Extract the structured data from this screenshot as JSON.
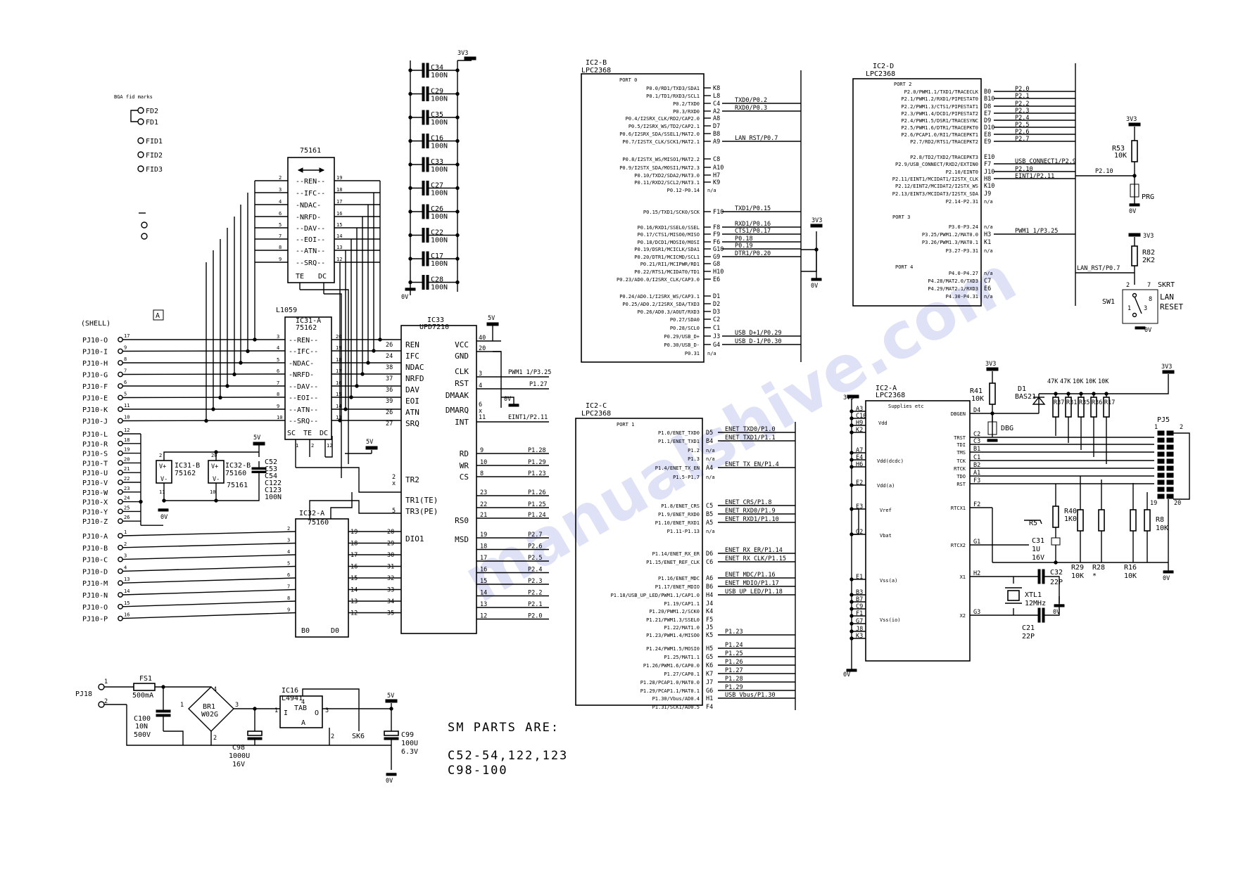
{
  "watermark": "manualshive.com",
  "bga": {
    "title": "BGA fid marks",
    "marks": [
      "FD2",
      "FD1",
      "FID1",
      "FID2",
      "FID3"
    ]
  },
  "frame_marker": "A",
  "shell": "(SHELL)",
  "connector_left": {
    "pins": [
      {
        "n": "PJ10-O",
        "p": "17"
      },
      {
        "n": "PJ10-I",
        "p": "9"
      },
      {
        "n": "PJ10-H",
        "p": "8"
      },
      {
        "n": "PJ10-G",
        "p": "7"
      },
      {
        "n": "PJ10-F",
        "p": "6"
      },
      {
        "n": "PJ10-E",
        "p": "5"
      },
      {
        "n": "PJ10-K",
        "p": "11"
      },
      {
        "n": "PJ10-J",
        "p": "10"
      },
      {
        "n": "PJ10-L",
        "p": "12"
      },
      {
        "n": "PJ10-R",
        "p": "18"
      },
      {
        "n": "PJ10-S",
        "p": "19"
      },
      {
        "n": "PJ10-T",
        "p": "20"
      },
      {
        "n": "PJ10-U",
        "p": "21"
      },
      {
        "n": "PJ10-V",
        "p": "22"
      },
      {
        "n": "PJ10-W",
        "p": "23"
      },
      {
        "n": "PJ10-X",
        "p": "24"
      },
      {
        "n": "PJ10-Y",
        "p": "25"
      },
      {
        "n": "PJ10-Z",
        "p": "26"
      },
      {
        "n": "PJ10-A",
        "p": "1"
      },
      {
        "n": "PJ10-B",
        "p": "2"
      },
      {
        "n": "PJ10-C",
        "p": "3"
      },
      {
        "n": "PJ10-D",
        "p": "4"
      },
      {
        "n": "PJ10-M",
        "p": "13"
      },
      {
        "n": "PJ10-N",
        "p": "14"
      },
      {
        "n": "PJ10-O",
        "p": "15"
      },
      {
        "n": "PJ10-P",
        "p": "16"
      }
    ]
  },
  "ic75161": {
    "name": "75161",
    "signals": [
      "--REN--",
      "--IFC--",
      "-NDAC-",
      "-NRFD-",
      "--DAV--",
      "--EOI--",
      "--ATN--",
      "--SRQ--"
    ],
    "pins_left": [
      "2",
      "3",
      "4",
      "6",
      "5",
      "7",
      "8",
      "9"
    ],
    "pins_right": [
      "19",
      "18",
      "17",
      "16",
      "15",
      "14",
      "13",
      "12"
    ],
    "bottom": [
      "TE",
      "DC"
    ]
  },
  "ic31a": {
    "ref": "L1059",
    "name": "IC31-A",
    "part": "75162",
    "signals": [
      "--REN--",
      "--IFC--",
      "-NDAC-",
      "-NRFD-",
      "--DAV--",
      "--EOI--",
      "--ATN--",
      "--SRQ--"
    ],
    "pins_left": [
      "3",
      "4",
      "5",
      "6",
      "7",
      "8",
      "9",
      "10"
    ],
    "pins_right": [
      "20",
      "19",
      "18",
      "17",
      "16",
      "15",
      "14",
      "13"
    ],
    "bottom": [
      "SC",
      "TE",
      "DC"
    ],
    "bottom_pins": [
      "1",
      "2",
      "12"
    ]
  },
  "ic31b": {
    "name": "IC31-B",
    "part": "75162",
    "pins": [
      "V+",
      "V-"
    ],
    "pin_top": "2",
    "pin_bot": "11"
  },
  "ic32b": {
    "name": "IC32-B",
    "part": "75160",
    "extra": "75161",
    "pins": [
      "V+",
      "V-"
    ],
    "pin_top": "20",
    "pin_bot": "10"
  },
  "caps_mid": {
    "labels": [
      "C52",
      "C53",
      "C54",
      "C122",
      "C123"
    ],
    "value": "100N"
  },
  "ic32a": {
    "name": "IC32-A",
    "part": "75160",
    "pins_left": [
      "2",
      "3",
      "4",
      "5",
      "6",
      "7",
      "8",
      "9"
    ],
    "pins_right_in": [
      "19",
      "18",
      "17",
      "16",
      "15",
      "14",
      "13",
      "12"
    ],
    "pins_right_out": [
      "28",
      "29",
      "30",
      "31",
      "32",
      "33",
      "34",
      "35"
    ],
    "bottom": [
      "B0",
      "D0"
    ]
  },
  "ic33": {
    "name": "IC33",
    "part": "UPD7210",
    "left_signals": [
      "REN",
      "IFC",
      "NDAC",
      "NRFD",
      "DAV",
      "EOI",
      "ATN",
      "SRQ"
    ],
    "left_pins": [
      "26",
      "24",
      "38",
      "37",
      "36",
      "39",
      "26",
      "27"
    ],
    "tr": [
      "TR2",
      "TR1(TE)",
      "TR3(PE)"
    ],
    "tr_pins": [
      "2",
      "5"
    ],
    "dio": "DIO1",
    "right_signals": [
      "VCC",
      "GND",
      "CLK",
      "RST",
      "DMAAK",
      "DMARQ",
      "INT",
      "RD",
      "WR",
      "CS",
      "RS0",
      "MSD"
    ],
    "right_pins_top": [
      "40",
      "20",
      "3",
      "4"
    ],
    "right_pins_rd": [
      "9",
      "10",
      "8"
    ],
    "right_pins_a": [
      "23",
      "22",
      "21"
    ],
    "right_pins_d": [
      "19",
      "18",
      "17",
      "16",
      "15",
      "14",
      "13",
      "12"
    ],
    "nets_top": [
      "PWM1 1/P3.25",
      "P1.27",
      "0V"
    ],
    "int_net": "EINT1/P2.11",
    "x_marks": [
      "6",
      "x",
      "11"
    ],
    "nets_rd": [
      "P1.28",
      "P1.29",
      "P1.23"
    ],
    "nets_a": [
      "P1.26",
      "P1.25",
      "P1.24"
    ],
    "nets_d": [
      "P2.7",
      "P2.6",
      "P2.5",
      "P2.4",
      "P2.3",
      "P2.2",
      "P2.1",
      "P2.0"
    ],
    "supply": "5V",
    "x2": [
      "2",
      "x"
    ]
  },
  "cap_bank": {
    "rail": "3V3",
    "gnd": "0V",
    "caps": [
      {
        "n": "C34",
        "v": "100N"
      },
      {
        "n": "C29",
        "v": "100N"
      },
      {
        "n": "C35",
        "v": "100N"
      },
      {
        "n": "C16",
        "v": "100N"
      },
      {
        "n": "C33",
        "v": "100N"
      },
      {
        "n": "C27",
        "v": "100N"
      },
      {
        "n": "C26",
        "v": "100N"
      },
      {
        "n": "C22",
        "v": "100N"
      },
      {
        "n": "C17",
        "v": "100N"
      },
      {
        "n": "C28",
        "v": "100N"
      }
    ]
  },
  "ic2b": {
    "name": "IC2-B",
    "part": "LPC2368",
    "port": "PORT 0",
    "rows": [
      {
        "f": "P0.0/RD1/TXD3/SDA1",
        "b": "K8",
        "n": ""
      },
      {
        "f": "P0.1/TD1/RXD3/SCL1",
        "b": "L8",
        "n": ""
      },
      {
        "f": "P0.2/TXD0",
        "b": "C4",
        "n": "TXD0/P0.2"
      },
      {
        "f": "P0.3/RXD0",
        "b": "A2",
        "n": "RXD0/P0.3"
      },
      {
        "f": "P0.4/I2SRX_CLK/RD2/CAP2.0",
        "b": "A8",
        "n": ""
      },
      {
        "f": "P0.5/I2SRX_WS/TD2/CAP2.1",
        "b": "D7",
        "n": ""
      },
      {
        "f": "P0.6/I2SRX_SDA/SSEL1/MAT2.0",
        "b": "B8",
        "n": ""
      },
      {
        "f": "P0.7/I2STX_CLK/SCK1/MAT2.1",
        "b": "A9",
        "n": "LAN_RST/P0.7"
      },
      {
        "f": "P0.8/I2STX_WS/MISO1/MAT2.2",
        "b": "C8",
        "n": ""
      },
      {
        "f": "P0.9/I2STX_SDA/MOSI1/MAT2.3",
        "b": "A10",
        "n": ""
      },
      {
        "f": "P0.10/TXD2/SDA2/MAT3.0",
        "b": "H7",
        "n": ""
      },
      {
        "f": "P0.11/RXD2/SCL2/MAT3.1",
        "b": "K9",
        "n": ""
      },
      {
        "f": "P0.12-P0.14",
        "b": "",
        "n": "n/a"
      },
      {
        "f": "P0.15/TXD1/SCK0/SCK",
        "b": "F10",
        "n": "TXD1/P0.15"
      },
      {
        "f": "P0.16/RXD1/SSEL0/SSEL",
        "b": "F8",
        "n": "RXD1/P0.16"
      },
      {
        "f": "P0.17/CTS1/MISO0/MISO",
        "b": "F9",
        "n": "CTS1/P0.17"
      },
      {
        "f": "P0.18/DCD1/MOSI0/MOSI",
        "b": "F6",
        "n": "P0.18"
      },
      {
        "f": "P0.19/DSR1/MCICLK/SDA1",
        "b": "G10",
        "n": "P0.19"
      },
      {
        "f": "P0.20/DTR1/MCICMD/SCL1",
        "b": "G9",
        "n": "DTR1/P0.20"
      },
      {
        "f": "P0.21/RI1/MCIPWR/RD1",
        "b": "G8",
        "n": ""
      },
      {
        "f": "P0.22/RTS1/MCIDAT0/TD1",
        "b": "H10",
        "n": ""
      },
      {
        "f": "P0.23/AD0.0/I2SRX_CLK/CAP3.0",
        "b": "E6",
        "n": ""
      },
      {
        "f": "P0.24/AD0.1/I2SRX_WS/CAP3.1",
        "b": "D1",
        "n": ""
      },
      {
        "f": "P0.25/AD0.2/I2SRX_SDA/TXD3",
        "b": "D2",
        "n": ""
      },
      {
        "f": "P0.26/AD0.3/AOUT/RXD3",
        "b": "D3",
        "n": ""
      },
      {
        "f": "P0.27/SDA0",
        "b": "C2",
        "n": ""
      },
      {
        "f": "P0.28/SCL0",
        "b": "C1",
        "n": ""
      },
      {
        "f": "P0.29/USB_D+",
        "b": "J3",
        "n": "USB_D+1/P0.29"
      },
      {
        "f": "P0.30/USB_D-",
        "b": "G4",
        "n": "USB_D-1/P0.30"
      },
      {
        "f": "P0.31",
        "b": "",
        "n": "n/a"
      }
    ],
    "gnd": "0V",
    "rail": "3V3"
  },
  "ic2c": {
    "name": "IC2-C",
    "part": "LPC2368",
    "port": "PORT 1",
    "rows": [
      {
        "f": "P1.0/ENET_TXD0",
        "b": "D5",
        "n": "ENET_TXD0/P1.0"
      },
      {
        "f": "P1.1/ENET_TXD1",
        "b": "B4",
        "n": "ENET_TXD1/P1.1"
      },
      {
        "f": "P1.2",
        "b": "",
        "n": "n/a"
      },
      {
        "f": "P1.3",
        "b": "",
        "n": "n/a"
      },
      {
        "f": "P1.4/ENET_TX_EN",
        "b": "A4",
        "n": "ENET_TX_EN/P1.4"
      },
      {
        "f": "P1.5-P1.7",
        "b": "",
        "n": "n/a"
      },
      {
        "f": "P1.8/ENET_CRS",
        "b": "C5",
        "n": "ENET_CRS/P1.8"
      },
      {
        "f": "P1.9/ENET_RXD0",
        "b": "B5",
        "n": "ENET_RXD0/P1.9"
      },
      {
        "f": "P1.10/ENET_RXD1",
        "b": "A5",
        "n": "ENET_RXD1/P1.10"
      },
      {
        "f": "P1.11-P1.13",
        "b": "",
        "n": "n/a"
      },
      {
        "f": "P1.14/ENET_RX_ER",
        "b": "D6",
        "n": "ENET_RX_ER/P1.14"
      },
      {
        "f": "P1.15/ENET_REF_CLK",
        "b": "C6",
        "n": "ENET_RX_CLK/P1.15"
      },
      {
        "f": "P1.16/ENET_MDC",
        "b": "A6",
        "n": "ENET_MDC/P1.16"
      },
      {
        "f": "P1.17/ENET_MDIO",
        "b": "B6",
        "n": "ENET_MDIO/P1.17"
      },
      {
        "f": "P1.18/USB_UP_LED/PWM1.1/CAP1.0",
        "b": "H4",
        "n": "USB_UP_LED/P1.18"
      },
      {
        "f": "P1.19/CAP1.1",
        "b": "J4",
        "n": ""
      },
      {
        "f": "P1.20/PWM1.2/SCK0",
        "b": "K4",
        "n": ""
      },
      {
        "f": "P1.21/PWM1.3/SSEL0",
        "b": "F5",
        "n": ""
      },
      {
        "f": "P1.22/MAT1.0",
        "b": "J5",
        "n": ""
      },
      {
        "f": "P1.23/PWM1.4/MISO0",
        "b": "K5",
        "n": "P1.23"
      },
      {
        "f": "P1.24/PWM1.5/MOSI0",
        "b": "H5",
        "n": "P1.24"
      },
      {
        "f": "P1.25/MAT1.1",
        "b": "G5",
        "n": "P1.25"
      },
      {
        "f": "P1.26/PWM1.6/CAP0.0",
        "b": "K6",
        "n": "P1.26"
      },
      {
        "f": "P1.27/CAP0.1",
        "b": "K7",
        "n": "P1.27"
      },
      {
        "f": "P1.28/PCAP1.0/MAT0.0",
        "b": "J7",
        "n": "P1.28"
      },
      {
        "f": "P1.29/PCAP1.1/MAT0.1",
        "b": "G6",
        "n": "P1.29"
      },
      {
        "f": "P1.30/Vbus/AD0.4",
        "b": "H1",
        "n": "USB_Vbus/P1.30"
      },
      {
        "f": "P1.31/SCK1/AD0.5",
        "b": "F4",
        "n": ""
      }
    ]
  },
  "ic2d": {
    "name": "IC2-D",
    "part": "LPC2368",
    "port2": "PORT 2",
    "rows2": [
      {
        "f": "P2.0/PWM1.1/TXD1/TRACECLK",
        "b": "B0",
        "n": "P2.0"
      },
      {
        "f": "P2.1/PWM1.2/RXD1/PIPESTAT0",
        "b": "B10",
        "n": "P2.1"
      },
      {
        "f": "P2.2/PWM1.3/CTS1/PIPESTAT1",
        "b": "D8",
        "n": "P2.2"
      },
      {
        "f": "P2.3/PWM1.4/DCD1/PIPESTAT2",
        "b": "E7",
        "n": "P2.3"
      },
      {
        "f": "P2.4/PWM1.5/DSR1/TRACESYNC",
        "b": "D9",
        "n": "P2.4"
      },
      {
        "f": "P2.5/PWM1.6/DTR1/TRACEPKT0",
        "b": "D10",
        "n": "P2.5"
      },
      {
        "f": "P2.6/PCAP1.0/RI1/TRACEPKT1",
        "b": "E8",
        "n": "P2.6"
      },
      {
        "f": "P2.7/RD2/RTS1/TRACEPKT2",
        "b": "E9",
        "n": "P2.7"
      },
      {
        "f": "P2.8/TD2/TXD2/TRACEPKT3",
        "b": "E10",
        "n": ""
      },
      {
        "f": "P2.9/USB_CONNECT/RXD2/EXTIN0",
        "b": "F7",
        "n": "USB_CONNECT1/P2.9"
      },
      {
        "f": "P2.10/EINT0",
        "b": "J10",
        "n": "P2.10"
      },
      {
        "f": "P2.11/EINT1/MCIDAT1/I2STX_CLK",
        "b": "H8",
        "n": "EINT1/P2.11"
      },
      {
        "f": "P2.12/EINT2/MCIDAT2/I2STX_WS",
        "b": "K10",
        "n": ""
      },
      {
        "f": "P2.13/EINT3/MCIDAT3/I2STX_SDA",
        "b": "J9",
        "n": ""
      },
      {
        "f": "P2.14-P2.31",
        "b": "",
        "n": "n/a"
      }
    ],
    "port3": "PORT 3",
    "rows3": [
      {
        "f": "P3.0-P3.24",
        "b": "",
        "n": "n/a"
      },
      {
        "f": "P3.25/PWM1.2/MAT0.0",
        "b": "H3",
        "n": "PWM1 1/P3.25"
      },
      {
        "f": "P3.26/PWM1.3/MAT0.1",
        "b": "K1",
        "n": ""
      },
      {
        "f": "P3.27-P3.31",
        "b": "",
        "n": "n/a"
      }
    ],
    "port4": "PORT 4",
    "rows4": [
      {
        "f": "P4.0-P4.27",
        "b": "",
        "n": "n/a"
      },
      {
        "f": "P4.28/MAT2.0/TXD3",
        "b": "C7",
        "n": ""
      },
      {
        "f": "P4.29/MAT2.1/RXD3",
        "b": "E6",
        "n": ""
      },
      {
        "f": "P4.30-P4.31",
        "b": "",
        "n": "n/a"
      }
    ]
  },
  "prg": {
    "rail": "3V3",
    "r": "R53",
    "rv": "10K",
    "label": "PRG",
    "gnd": "0V",
    "r2": "R82",
    "r2v": "2K2",
    "rail2": "3V3",
    "lan_net": "LAN_RST/P0.7",
    "sw": "SW1",
    "sw_label": "SKRT",
    "lan_label": [
      "LAN",
      "RESET"
    ],
    "sw_pins": [
      "2",
      "7",
      "1",
      "3",
      "8"
    ],
    "gnd2": "0V"
  },
  "ic2a": {
    "name": "IC2-A",
    "part": "LPC2368",
    "title": "Supplies etc",
    "rail": "3V3",
    "left_pins": [
      "A3",
      "C10",
      "H9",
      "K2",
      "A7",
      "E4",
      "H6",
      "E2",
      "E3",
      "G2",
      "E1",
      "B3",
      "B7",
      "C9",
      "F1",
      "G7",
      "J8",
      "K3"
    ],
    "left_labels": [
      "Vdd",
      "Vdd(dcdc)",
      "Vdd(a)",
      "Vref",
      "Vbat",
      "Vss(a)",
      "Vss(io)"
    ],
    "right_labels": [
      "DBGEN",
      "TRST",
      "TDI",
      "TMS",
      "TCK",
      "RTCK",
      "TDO",
      "RST",
      "RTCX1",
      "RTCX2",
      "X1",
      "X2"
    ],
    "right_pins": [
      "D4",
      "C2",
      "C3",
      "B1",
      "C1",
      "B2",
      "A1",
      "F3",
      "F2",
      "G1",
      "H2",
      "G3"
    ],
    "gnd": "0V"
  },
  "jtag": {
    "r41": "R41",
    "r41v": "10K",
    "d1": "D1",
    "d1p": "BAS21",
    "dbg": "DBG",
    "rail": "3V3",
    "rail2": "3V3",
    "pullups": [
      {
        "n": "R37",
        "v": "47K"
      },
      {
        "n": "R31",
        "v": "47K"
      },
      {
        "n": "R35",
        "v": "10K"
      },
      {
        "n": "R36",
        "v": "10K"
      },
      {
        "n": "R17",
        "v": "10K"
      }
    ],
    "header": "PJ5",
    "hdr_pins": [
      "1",
      "2",
      "19",
      "20"
    ],
    "r40": "R40",
    "r40v": "1K0",
    "r5": "R5",
    "c31": "C31",
    "c31v": [
      "1U",
      "16V"
    ],
    "r29": "R29",
    "r29v": "10K",
    "r28": "R28",
    "r28v": "*",
    "r16": "R16",
    "r16v": "10K",
    "r8": "R8",
    "r8v": "10K",
    "gnd": "0V",
    "c32": "C32",
    "c32v": "22P",
    "xtl": "XTL1",
    "xtlv": "12MHz",
    "c21": "C21",
    "c21v": "22P",
    "gnd2": "0V"
  },
  "power": {
    "pj": "PJ18",
    "pj_pins": [
      "1",
      "2"
    ],
    "fs": "FS1",
    "fsv": "500mA",
    "c100": "C100",
    "c100v": [
      "10N",
      "500V"
    ],
    "br": "BR1",
    "brp": "W02G",
    "br_pins": [
      "1",
      "2",
      "3",
      "4"
    ],
    "c98": "C98",
    "c98v": [
      "1000U",
      "16V"
    ],
    "ic16": "IC16",
    "ic16p": "L4941",
    "tab": "TAB",
    "io": [
      "I",
      "O",
      "A"
    ],
    "ic_pins": [
      "4",
      "1",
      "3",
      "2"
    ],
    "sk": "SK6",
    "rail": "5V",
    "c99": "C99",
    "c99v": [
      "100U",
      "6.3V"
    ],
    "gnd": "0V"
  },
  "note": {
    "title": "SM PARTS ARE:",
    "lines": [
      "C52-54,122,123",
      "C98-100"
    ]
  },
  "misc_5v": [
    "5V",
    "5V",
    "5V"
  ],
  "misc_0v": [
    "0V",
    "0V",
    "0V"
  ]
}
